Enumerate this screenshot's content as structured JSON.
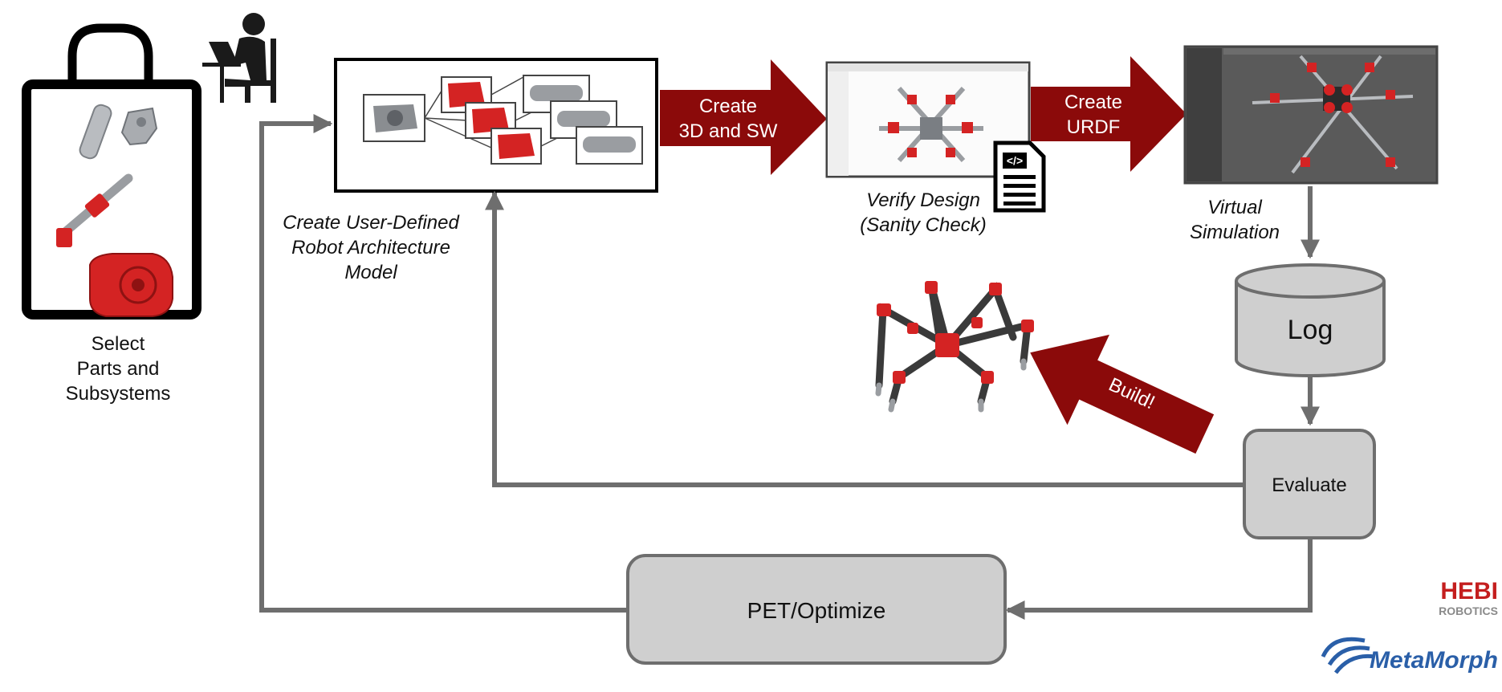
{
  "labels": {
    "select_line1": "Select",
    "select_line2": "Parts and",
    "select_line3": "Subsystems",
    "create_user_line1": "Create User-Defined",
    "create_user_line2": "Robot Architecture",
    "create_user_line3": "Model",
    "verify_line1": "Verify Design",
    "verify_line2": "(Sanity Check)",
    "virtual_line1": "Virtual",
    "virtual_line2": "Simulation"
  },
  "arrows": {
    "create3d_line1": "Create",
    "create3d_line2": "3D and SW",
    "urdf_line1": "Create",
    "urdf_line2": "URDF",
    "build": "Build!"
  },
  "nodes": {
    "log": "Log",
    "evaluate": "Evaluate",
    "pet": "PET/Optimize"
  },
  "icons": {
    "code_doc": "</>"
  },
  "logos": {
    "hebi_line1": "HEBI",
    "hebi_line2": "ROBOTICS",
    "metamorph": "MetaMorph"
  },
  "colors": {
    "accent_red": "#8b0a0a",
    "part_red": "#d42323",
    "node_fill": "#cfcfcf",
    "connector": "#6e6e6e",
    "metamorph_blue": "#2a5fa8"
  }
}
